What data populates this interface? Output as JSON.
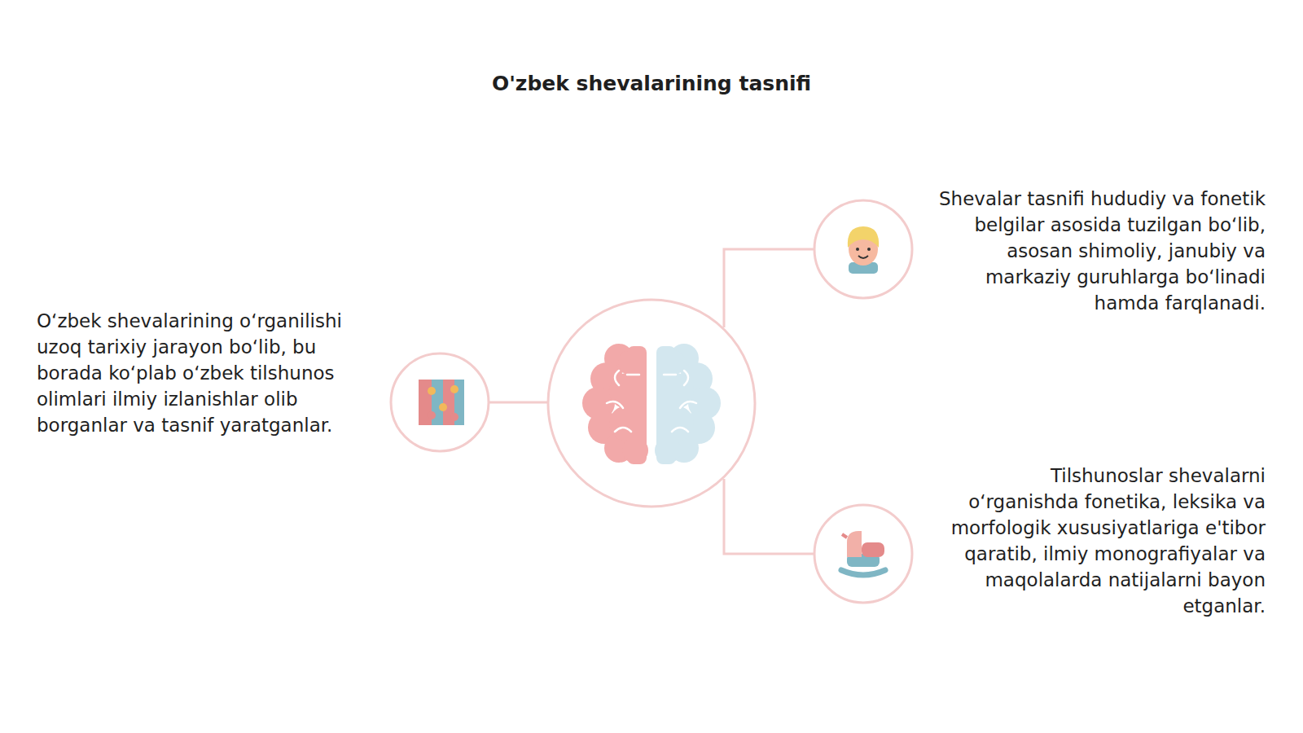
{
  "diagram": {
    "title": "O'zbek shevalarining tasnifi",
    "labels": [
      "O‘zbek shevalarining o‘rganilishi uzoq tarixiy jarayon bo‘lib, bu borada ko‘plab o‘zbek tilshunos olimlari ilmiy izlanishlar olib borganlar va tasnif yaratganlar.",
      "Shevalar tasnifi hududiy va fonetik belgilar asosida tuzilgan bo‘lib, asosan shimoliy, janubiy va markaziy guruhlarga bo‘linadi hamda farqlanadi.",
      "Tilshunoslar shevalarni o‘rganishda fonetika, leksika va morfologik xususiyatlariga e'tibor qaratib, ilmiy monografiyalar va maqolalarda natijalarni bayon etganlar."
    ]
  }
}
